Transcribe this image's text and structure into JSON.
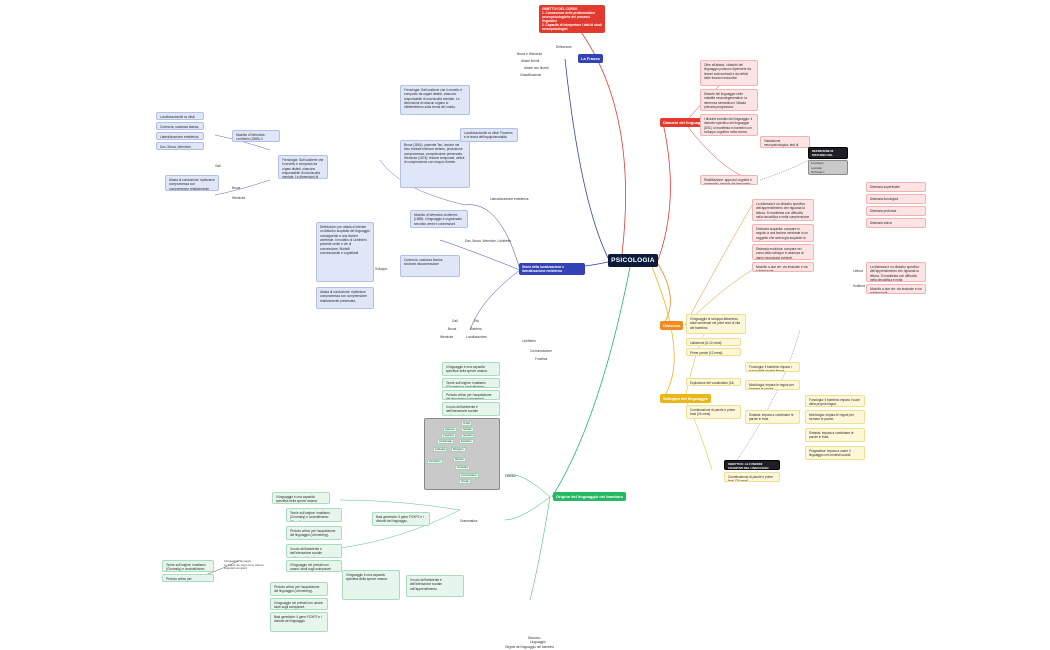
{
  "central": "PSICOLOGIA",
  "colors": {
    "blue": "#3342b5",
    "red": "#e33a2f",
    "orange": "#f28a1e",
    "yellow": "#e9b818",
    "green": "#27b866",
    "navy": "#0b1c3a"
  },
  "branches": {
    "storia": "Storia della localizzazione e lateralizzazione emisferica",
    "fraseo": "La Frasea",
    "disturbi": "Disturbi del linguaggio",
    "dislessia": "Dislessia",
    "intro": "OBIETTIVI DEL CORSO\n1. Conoscenza delle problematiche neuropsicologiche dei processi linguistici\n2. Capacità di interpretare i dati di studi neuropsicologici",
    "sviluppo": "Sviluppo del linguaggio",
    "origine": "Origine del linguaggio nel bambino"
  },
  "fraseo_labels": [
    "Definizione",
    "Broca e Wernicke",
    "Afasie fluenti",
    "Afasie non fluenti",
    "Classificazione"
  ],
  "storia": {
    "top": "Frenologia: Gall sostiene che il cervello è composto da organi distinti, ciascuno responsabile di una facoltà mentale. Le dimensioni di ciascun organo si rifletterebbero sulla forma del cranio.",
    "mid": "Localizzazionisti vs olisti: Flourens e la teoria dell'equipotenzialità",
    "sub": "Lateralizzazione emisferica",
    "dax": "Dax, Broca, Wernicke, Lichtheim",
    "long": "Broca (1861): paziente Tan, lesione nel lobo frontale inferiore sinistro, produzione compromessa, comprensione preservata. Wernicke (1874): lesione temporale, deficit di comprensione con eloquio fluente.",
    "leftcol": "Definizione: per afasia si intende un disturbo acquisito del linguaggio conseguente a una lesione cerebrale. Il modello di Lichtheim prevede centri e vie di connessione. Modelli connessionisti e cognitivisti.",
    "leftcol2": "Afasia di conduzione: ripetizione compromessa con comprensione relativamente preservata.",
    "small": "Modello di Wernicke-Lichtheim (1885): il linguaggio è organizzato secondo centri e connessioni",
    "sx": "Corteccia, sostanza bianca, sindromi disconnessione",
    "mini": [
      "Sviluppo",
      "Età",
      "Sistema",
      "Localizzazione"
    ],
    "bottom": [
      "Gall",
      "Broca",
      "Wernicke",
      "Lichtheim"
    ]
  },
  "disturbi": {
    "boxes": [
      "Oltre all'afasia, i disturbi del linguaggio possono dipendere da lesioni sottocorticali e da deficit delle funzioni esecutive.",
      "Disturbi del linguaggio nelle malattie neurodegenerative: la demenza semantica e l'afasia primaria progressiva.",
      "I disturbi evolutivi del linguaggio: il disturbo specifico del linguaggio (DSL) si manifesta in bambini con sviluppo cognitivo nella norma.",
      "Valutazione neuropsicologica: test di denominazione, ripetizione, comprensione e fluenza verbale.",
      "Riabilitazione: approcci cognitivi e pragmatici, terapia del linguaggio."
    ],
    "dark": "DEFINIZIONE DI DISTURBO DEL LINGUAGGIO",
    "chips": [
      "Fonologico",
      "Lessicale",
      "Morfologico",
      "Sintattico",
      "Semantico",
      "Pragmatico"
    ]
  },
  "dislessia": {
    "intro": "La dislessia è un disturbo specifico dell'apprendimento che riguarda la lettura. Si manifesta con difficoltà nella decodifica e nella comprensione del testo scritto.",
    "boxes": [
      "Dislessia acquisita: compare in seguito a una lesione cerebrale in un soggetto che aveva già acquisito la lettura.",
      "Dislessia evolutiva: compare nel corso dello sviluppo in assenza di danni neurologici evidenti.",
      "Modello a due vie: via lessicale e via sublessicale."
    ],
    "list": [
      "Dislessia superficiale",
      "Dislessia fonologica",
      "Dislessia profonda",
      "Dislessia visiva"
    ],
    "tags": [
      "Lettura",
      "Scrittura"
    ]
  },
  "sviluppo": {
    "header": "Il linguaggio si sviluppa attraverso stadi universali nei primi anni di vita del bambino.",
    "boxes": [
      "Lallazione (6-10 mesi): produzione di sillabe ripetute.",
      "Prime parole (12 mesi): comparsa del vocabolario espressivo.",
      "Esplosione del vocabolario (18-24 mesi).",
      "Combinazione di parole e prime frasi (24 mesi)."
    ],
    "yellow": [
      "Fonologia: il bambino impara i suoni della propria lingua.",
      "Morfologia: impara le regole per formare le parole.",
      "Sintassi: impara a combinare le parole in frasi.",
      "Pragmatica: impara a usare il linguaggio nei contesti sociali."
    ],
    "dark": "OBIETTIVO: LE FUNZIONI COGNITIVE DEL LINGUAGGIO"
  },
  "origine": {
    "green": [
      "Il linguaggio è una capacità specifica della specie umana.",
      "Teorie sull'origine: innatismo (Chomsky) e costruttivismo (Piaget).",
      "Periodo critico per l'acquisizione del linguaggio (Lenneberg).",
      "Il ruolo dell'ambiente e dell'interazione sociale nell'apprendimento.",
      "Il linguaggio nei primati non umani: studi sugli scimpanzé.",
      "Basi genetiche: il gene FOXP2 e i disturbi del linguaggio."
    ],
    "gray_tags": [
      "Innato",
      "Appreso",
      "Sociale",
      "Cognitivo",
      "Genetico",
      "Ambientale",
      "Evolutivo",
      "Culturale",
      "Biologico",
      "Percettivo",
      "Motorio",
      "Simbolico",
      "Comunicativo",
      "Vocale"
    ],
    "leaves": [
      "Comunicazione",
      "Fonetica",
      "Lessico",
      "Grammatica",
      "Discorso"
    ],
    "bottom_left": "Il linguaggio dei segni\nLe lingue dei segni sono sistemi linguistici completi",
    "bottom_tags": [
      "Linguaggio",
      "Origine del linguaggio nel bambino"
    ]
  }
}
